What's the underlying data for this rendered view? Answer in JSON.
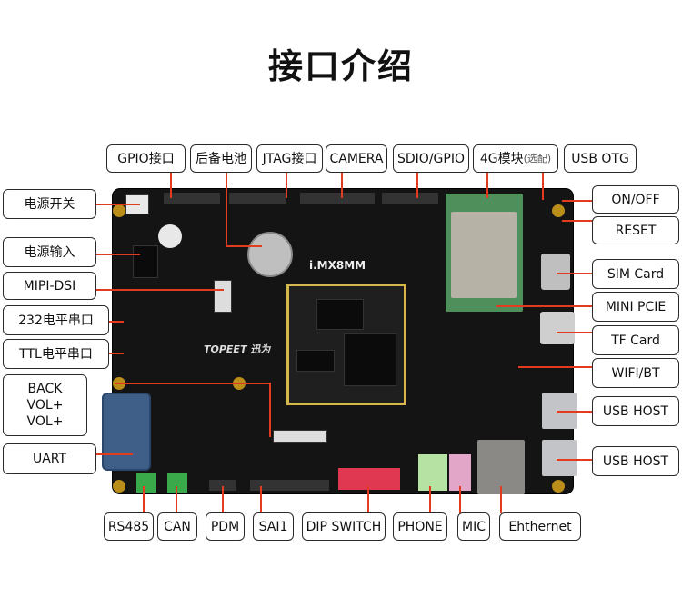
{
  "title": "接口介绍",
  "board": {
    "soc_text": "i.MX8MM",
    "brand_text": "TOPEET 迅为"
  },
  "labels": {
    "top": {
      "gpio": "GPIO接口",
      "battery": "后备电池",
      "jtag": "JTAG接口",
      "camera": "CAMERA",
      "sdio": "SDIO/GPIO",
      "module4g": "4G模块",
      "module4g_note": "(选配)",
      "usb_otg": "USB OTG"
    },
    "left": {
      "power_switch": "电源开关",
      "power_input": "电源输入",
      "mipi_dsi": "MIPI-DSI",
      "uart232": "232电平串口",
      "uart_ttl": "TTL电平串口",
      "back": "BACK",
      "vol_up": "VOL+",
      "vol_down": "VOL+",
      "uart": "UART"
    },
    "right": {
      "onoff": "ON/OFF",
      "reset": "RESET",
      "sim": "SIM Card",
      "mini_pcie": "MINI PCIE",
      "tf": "TF Card",
      "wifi": "WIFI/BT",
      "usb_host1": "USB HOST",
      "usb_host2": "USB HOST"
    },
    "bottom": {
      "rs485": "RS485",
      "can": "CAN",
      "pdm": "PDM",
      "sai1": "SAI1",
      "dip": "DIP SWITCH",
      "phone": "PHONE",
      "mic": "MIC",
      "ethernet": "Ehthernet"
    }
  },
  "colors": {
    "pcb": "#141414",
    "pointer": "#e23b1f",
    "pad": "#d8a21a"
  }
}
